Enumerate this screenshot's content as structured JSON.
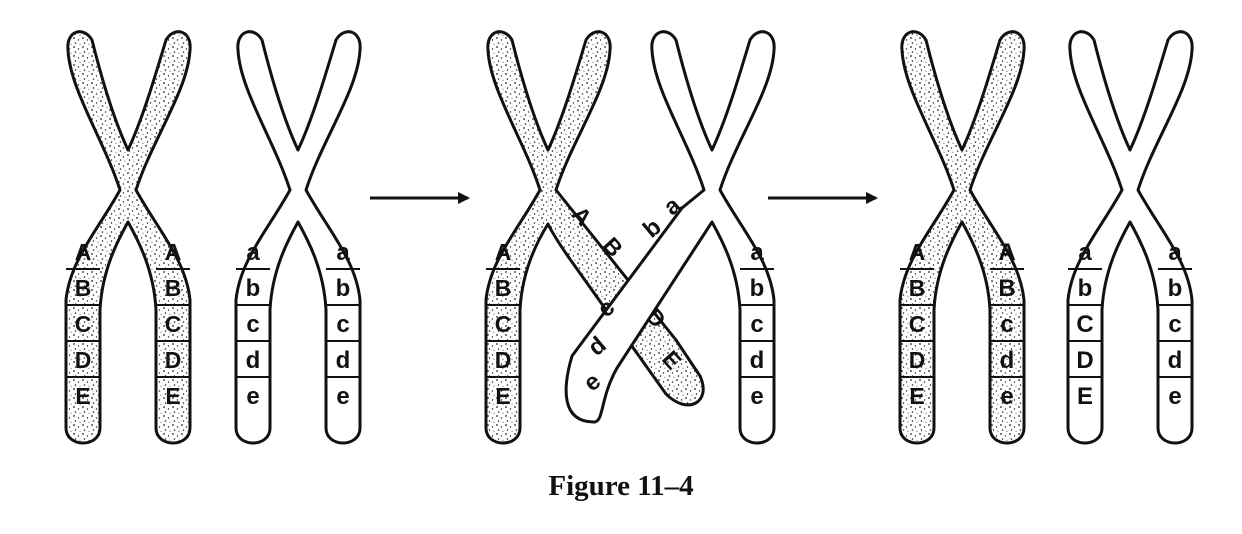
{
  "caption": "Figure 11–4",
  "colors": {
    "ink": "#111111",
    "paper": "#ffffff",
    "speckle": "#222222"
  },
  "stages": [
    {
      "name": "before-crossing-over",
      "chromosomes": [
        {
          "fill": "speckled",
          "left_arm": [
            "A",
            "B",
            "C",
            "D",
            "E"
          ],
          "right_arm": [
            "A",
            "B",
            "C",
            "D",
            "E"
          ]
        },
        {
          "fill": "plain",
          "left_arm": [
            "a",
            "b",
            "c",
            "d",
            "e"
          ],
          "right_arm": [
            "a",
            "b",
            "c",
            "d",
            "e"
          ]
        }
      ]
    },
    {
      "name": "crossing-over",
      "chromosomes": [
        {
          "fill": "speckled",
          "left_arm": [
            "A",
            "B",
            "C",
            "D",
            "E"
          ],
          "crossing_arm": [
            "A",
            "B",
            "C",
            "D",
            "E"
          ]
        },
        {
          "fill": "plain",
          "crossing_arm": [
            "a",
            "b",
            "c",
            "d",
            "e"
          ],
          "right_arm": [
            "a",
            "b",
            "c",
            "d",
            "e"
          ]
        }
      ]
    },
    {
      "name": "after-crossing-over",
      "chromosomes": [
        {
          "fill": "speckled",
          "left_arm": [
            "A",
            "B",
            "C",
            "D",
            "E"
          ],
          "right_arm": [
            "A",
            "B",
            "c",
            "d",
            "e"
          ]
        },
        {
          "fill": "plain",
          "left_arm": [
            "a",
            "b",
            "C",
            "D",
            "E"
          ],
          "right_arm": [
            "a",
            "b",
            "c",
            "d",
            "e"
          ]
        }
      ]
    }
  ]
}
